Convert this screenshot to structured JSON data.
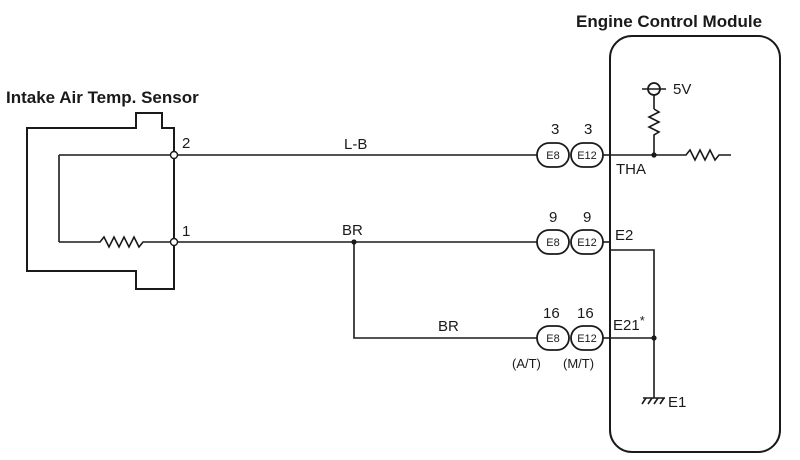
{
  "sensor": {
    "title": "Intake Air Temp. Sensor",
    "pin_2": "2",
    "pin_1": "1"
  },
  "ecm": {
    "title": "Engine Control Module",
    "supply": "5V",
    "terminal_tha": "THA",
    "terminal_e2": "E2",
    "terminal_e21": "E21",
    "terminal_e21_mark": "*",
    "terminal_e1": "E1"
  },
  "wires": {
    "top_color": "L-B",
    "mid_color": "BR",
    "bottom_color": "BR"
  },
  "connectors": {
    "row1": {
      "left_pin": "3",
      "right_pin": "3",
      "left_name": "E8",
      "right_name": "E12"
    },
    "row2": {
      "left_pin": "9",
      "right_pin": "9",
      "left_name": "E8",
      "right_name": "E12"
    },
    "row3": {
      "left_pin": "16",
      "right_pin": "16",
      "left_name": "E8",
      "right_name": "E12"
    },
    "note_left": "(A/T)",
    "note_right": "(M/T)"
  }
}
